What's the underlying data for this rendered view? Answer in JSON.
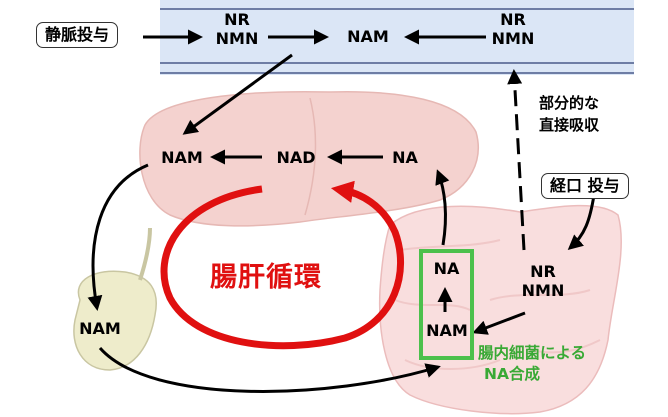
{
  "inputs": {
    "iv_administration": "静脈投与",
    "oral_administration": "経口 投与"
  },
  "blood": {
    "left_top": "NR",
    "left_bottom": "NMN",
    "center": "NAM",
    "right_top": "NR",
    "right_bottom": "NMN"
  },
  "liver": {
    "nam": "NAM",
    "nad": "NAD",
    "na": "NA"
  },
  "gallbladder": {
    "nam": "NAM"
  },
  "intestine": {
    "nr": "NR",
    "nmn": "NMN",
    "na": "NA",
    "nam": "NAM"
  },
  "direct_absorption": {
    "line1": "部分的な",
    "line2": "直接吸収"
  },
  "cycle_label": "腸肝循環",
  "bacteria_label": {
    "line1": "腸内細菌による",
    "line2": "NA合成"
  },
  "colors": {
    "cycle": "#e01010",
    "green": "#4cc04c",
    "blood_band": "#dbe6f6",
    "liver": "#f4d2cf",
    "intestine": "#f9dede",
    "gallbladder": "#eeeccb"
  }
}
